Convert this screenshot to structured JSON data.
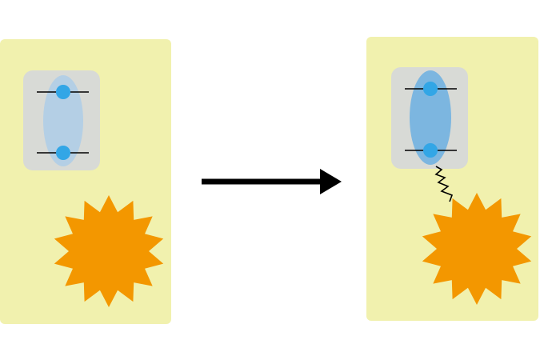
{
  "colors": {
    "background": "#ffffff",
    "panel_fill": "#f1f1ae",
    "module_fill": "#d8dad6",
    "ellipse_before": "#b4cfe5",
    "ellipse_after": "#7cb6e0",
    "dot": "#32a6e6",
    "star": "#f39700",
    "arrow": "#000000",
    "line": "#000000"
  },
  "diagram": {
    "panels": [
      {
        "name": "before-state",
        "state": "inactive"
      },
      {
        "name": "after-state",
        "state": "activated"
      }
    ],
    "arrow": {
      "direction": "right"
    },
    "icons": [
      "panel-icon",
      "module-icon",
      "ellipse-icon",
      "dot-icon",
      "starburst-icon",
      "zigzag-connector-icon",
      "arrow-icon"
    ]
  }
}
